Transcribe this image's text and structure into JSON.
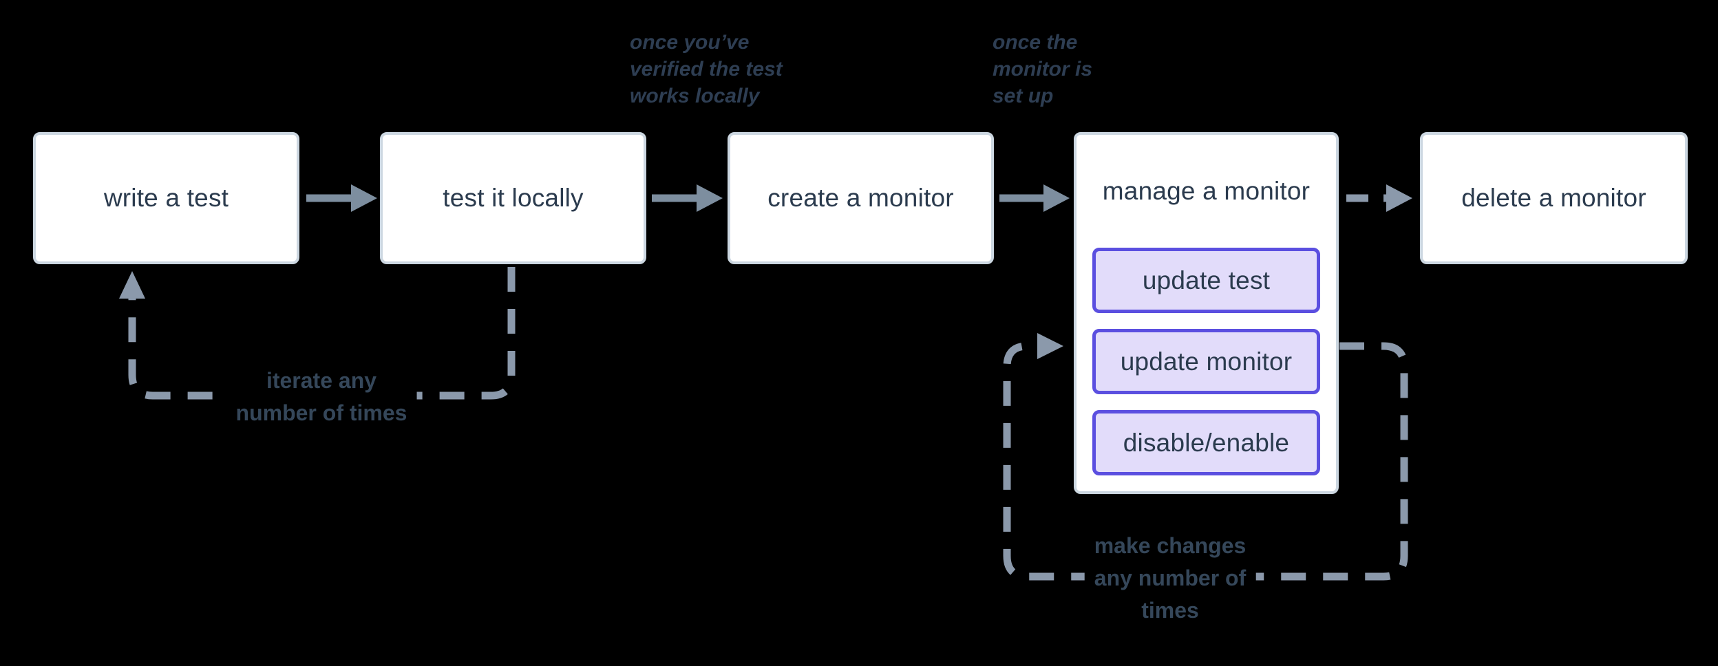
{
  "nodes": [
    {
      "id": "write-test",
      "label": "write a test"
    },
    {
      "id": "test-locally",
      "label": "test it locally"
    },
    {
      "id": "create-monitor",
      "label": "create a monitor"
    },
    {
      "id": "manage-monitor",
      "label": "manage a monitor",
      "children": [
        {
          "label": "update test"
        },
        {
          "label": "update monitor"
        },
        {
          "label": "disable/enable"
        }
      ]
    },
    {
      "id": "delete-monitor",
      "label": "delete a monitor"
    }
  ],
  "annotations": [
    {
      "id": "once-verified",
      "text": "once you’ve\nverified the test\nworks locally"
    },
    {
      "id": "once-set-up",
      "text": "once the\nmonitor is\nset up"
    }
  ],
  "loop_labels": [
    {
      "id": "iterate",
      "text": "iterate any\nnumber of times"
    },
    {
      "id": "make-changes",
      "text": "make changes\nany number of\ntimes"
    }
  ],
  "colors": {
    "bg": "#000000",
    "node-fill": "#ffffff",
    "node-border": "#ccd7e1",
    "node-text": "#2b3b4e",
    "arrow": "#7d8e9f",
    "dash": "#8b99ab",
    "btn-fill": "#e2dcfa",
    "btn-border": "#5b4fe0",
    "note-text": "#2e3e53",
    "loop-text": "#35475a"
  }
}
